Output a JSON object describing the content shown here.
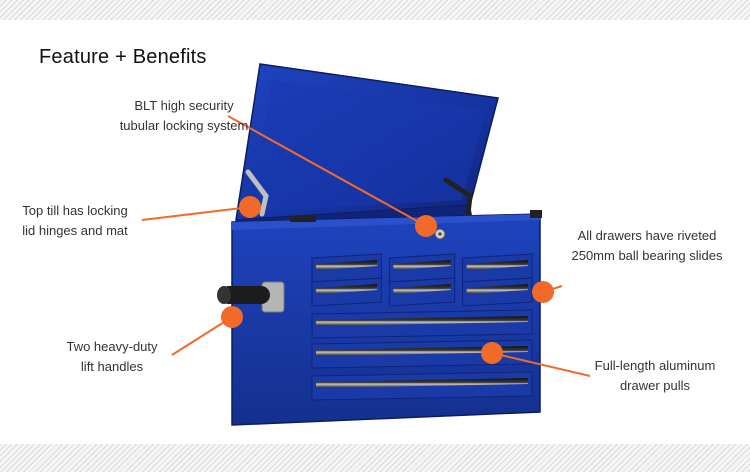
{
  "title": "Feature + Benefits",
  "colors": {
    "accent": "#f26a2a",
    "body_blue": "#1a3aa8",
    "dark_blue": "#0f2478",
    "hatch": "#d9d9d9"
  },
  "callouts": [
    {
      "id": "locking",
      "lines": [
        "BLT high security",
        "tubular locking system"
      ]
    },
    {
      "id": "hinges",
      "lines": [
        "Top till has locking",
        "lid hinges and mat"
      ]
    },
    {
      "id": "slides",
      "lines": [
        "All drawers have riveted",
        "250mm ball bearing slides"
      ]
    },
    {
      "id": "handles",
      "lines": [
        "Two heavy-duty",
        "lift handles"
      ]
    },
    {
      "id": "pulls",
      "lines": [
        "Full-length aluminum",
        "drawer pulls"
      ]
    }
  ]
}
